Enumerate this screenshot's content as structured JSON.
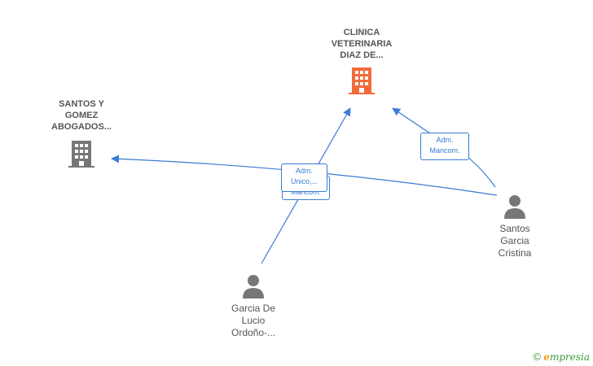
{
  "nodes": {
    "clinica": {
      "label": "CLINICA\nVETERINARIA\nDIAZ DE...",
      "icon": "building-icon",
      "color": "#f26b3a"
    },
    "santos_gomez": {
      "label": "SANTOS Y\nGOMEZ\nABOGADOS...",
      "icon": "building-icon",
      "color": "#777777"
    },
    "santos_garcia": {
      "label": "Santos\nGarcia\nCristina",
      "icon": "person-icon",
      "color": "#777777"
    },
    "garcia_lucio": {
      "label": "Garcia De\nLucio\nOrdoño-...",
      "icon": "person-icon",
      "color": "#777777"
    }
  },
  "edges": {
    "adm_mancom_right": "Adm.\nMancom.",
    "adm_unico": "Adm.\nUnico,...",
    "mancom_behind": "Mancom."
  },
  "colors": {
    "edge": "#3a7bd5"
  },
  "brand": {
    "copyright": "©",
    "e": "e",
    "name": "mpresia"
  }
}
